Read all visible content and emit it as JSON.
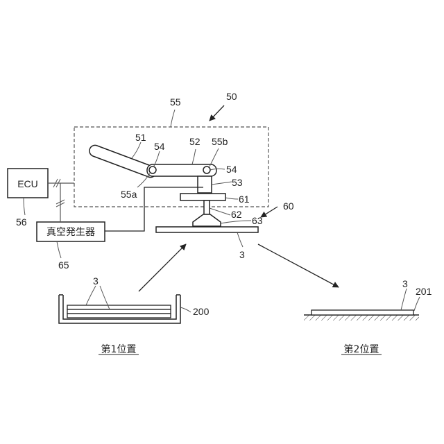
{
  "labels": {
    "l55": "55",
    "l50": "50",
    "l51": "51",
    "l54a": "54",
    "l52": "52",
    "l55b": "55b",
    "l54b": "54",
    "l53": "53",
    "l55a": "55a",
    "l61": "61",
    "l60": "60",
    "l62": "62",
    "l63": "63",
    "l3_workpiece": "3",
    "l56": "56",
    "l65": "65",
    "l3_stack": "3",
    "l200": "200",
    "l3_placed": "3",
    "l201": "201"
  },
  "boxes": {
    "ecu": "ECU",
    "vacuum_generator": "真空発生器"
  },
  "captions": {
    "position1": "第1位置",
    "position2": "第2位置"
  }
}
